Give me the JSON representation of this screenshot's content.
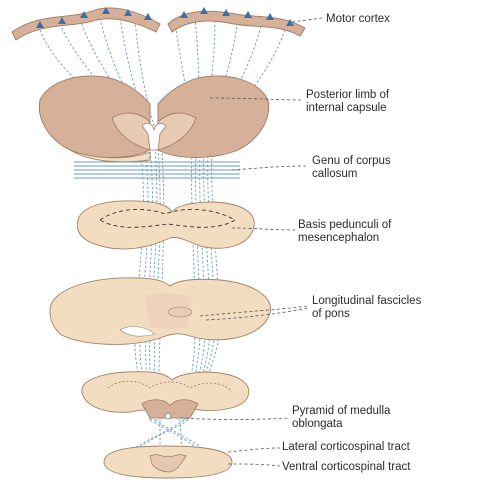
{
  "labels": {
    "motor_cortex": "Motor cortex",
    "posterior_limb_1": "Posterior limb of",
    "posterior_limb_2": "internal capsule",
    "genu_1": "Genu of corpus",
    "genu_2": "callosum",
    "basis_1": "Basis pedunculi of",
    "basis_2": "mesencephalon",
    "longitudinal_1": "Longitudinal fascicles",
    "longitudinal_2": "of pons",
    "pyramid_1": "Pyramid of medulla",
    "pyramid_2": "oblongata",
    "lateral_tract": "Lateral corticospinal tract",
    "ventral_tract": "Ventral corticospinal tract"
  },
  "colors": {
    "fiber": "#6a9cc0",
    "tissue": "#f3ddc0",
    "tissue_dark": "#d7b09a",
    "label_text": "#2b2b2b"
  }
}
